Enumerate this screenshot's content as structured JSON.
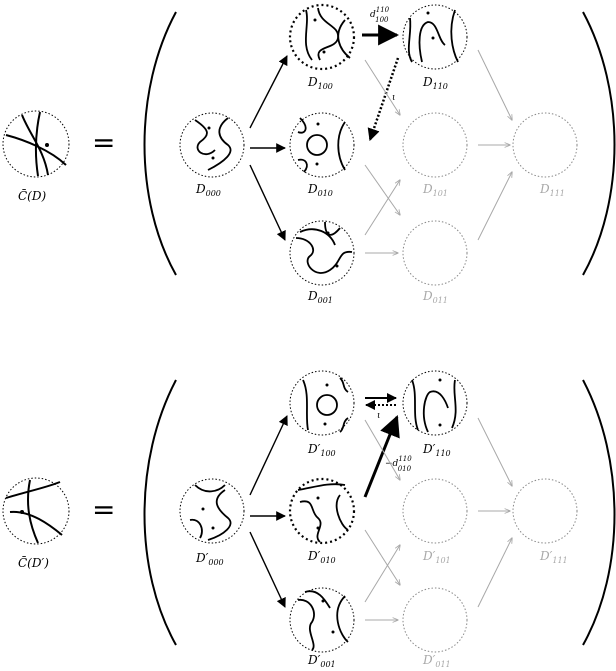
{
  "top": {
    "lhs_label": "C̄(D)",
    "equals": "=",
    "nodes": {
      "d000": {
        "base": "D",
        "sub": "000"
      },
      "d100": {
        "base": "D",
        "sub": "100"
      },
      "d010": {
        "base": "D",
        "sub": "010"
      },
      "d001": {
        "base": "D",
        "sub": "001"
      },
      "d110": {
        "base": "D",
        "sub": "110"
      },
      "d101": {
        "base": "D",
        "sub": "101"
      },
      "d011": {
        "base": "D",
        "sub": "011"
      },
      "d111": {
        "base": "D",
        "sub": "111"
      }
    },
    "map_label": {
      "base": "d",
      "sup": "110",
      "sub": "100"
    },
    "iota_label": "ι"
  },
  "bottom": {
    "lhs_label": "C̄(D′)",
    "equals": "=",
    "nodes": {
      "d000": {
        "base": "D′",
        "sub": "000"
      },
      "d100": {
        "base": "D′",
        "sub": "100"
      },
      "d010": {
        "base": "D′",
        "sub": "010"
      },
      "d001": {
        "base": "D′",
        "sub": "001"
      },
      "d110": {
        "base": "D′",
        "sub": "110"
      },
      "d101": {
        "base": "D′",
        "sub": "101"
      },
      "d011": {
        "base": "D′",
        "sub": "011"
      },
      "d111": {
        "base": "D′",
        "sub": "111"
      }
    },
    "map_label": {
      "base": "−d",
      "sup": "110",
      "sub": "010"
    },
    "iota_label": "ι"
  },
  "colors": {
    "active": "#000000",
    "inactive": "#a8a8a8"
  }
}
